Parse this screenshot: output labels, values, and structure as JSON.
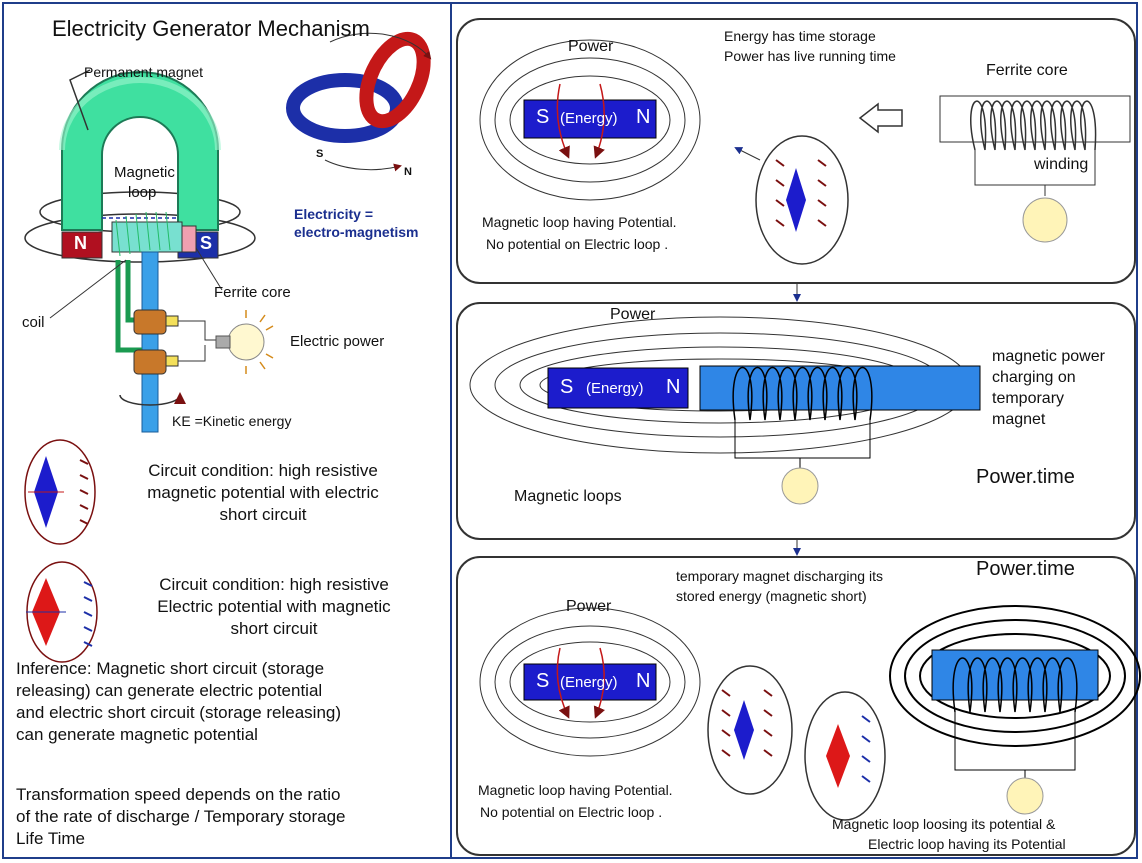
{
  "title": "Electricity  Generator Mechanism",
  "left": {
    "permanent_magnet": "Permanent magnet",
    "magnetic_loop": "Magnetic\nloop",
    "magnetic_loop_l1": "Magnetic",
    "magnetic_loop_l2": "loop",
    "n": "N",
    "s": "S",
    "ferrite_core": "Ferrite core",
    "coil": "coil",
    "electric_power": "Electric power",
    "ke": "KE =Kinetic energy",
    "electricity_eq_l1": "Electricity =",
    "electricity_eq_l2": "electro-magnetism",
    "ring_s": "S",
    "ring_n": "N",
    "cond1_l1": "Circuit condition: high resistive",
    "cond1_l2": "magnetic potential with electric",
    "cond1_l3": "short circuit",
    "cond2_l1": "Circuit condition: high resistive",
    "cond2_l2": "Electric potential with magnetic",
    "cond2_l3": "short circuit",
    "inference_l1": "Inference: Magnetic short circuit (storage",
    "inference_l2": "releasing)  can generate electric potential",
    "inference_l3": "and electric short circuit (storage releasing)",
    "inference_l4": "can generate magnetic potential",
    "transform_l1": "Transformation speed depends on  the ratio",
    "transform_l2": "of the rate of discharge / Temporary storage",
    "transform_l3": "Life Time"
  },
  "panel1": {
    "power": "Power",
    "magnet": "S  (Energy)  N",
    "mag_s": "S",
    "mag_energy": "(Energy)",
    "mag_n": "N",
    "energy_note_l1": "Energy has time storage",
    "energy_note_l2": "Power has  live running time",
    "ferrite_core": "Ferrite core",
    "winding": "winding",
    "caption_l1": "Magnetic loop having Potential.",
    "caption_l2": "No potential on Electric loop ."
  },
  "panel2": {
    "power": "Power",
    "mag_s": "S",
    "mag_energy": "(Energy)",
    "mag_n": "N",
    "side_l1": "magnetic power",
    "side_l2": "charging on",
    "side_l3": "temporary",
    "side_l4": "magnet",
    "power_time": "Power.time",
    "magnetic_loops": "Magnetic loops"
  },
  "panel3": {
    "power_time": "Power.time",
    "discharge_l1": "temporary magnet discharging its",
    "discharge_l2": "stored energy (magnetic short)",
    "power": "Power",
    "mag_s": "S",
    "mag_energy": "(Energy)",
    "mag_n": "N",
    "caption_l1": "Magnetic loop having Potential.",
    "caption_l2": "No potential on Electric loop  .",
    "right_l1": "Magnetic loop loosing its potential &",
    "right_l2": "Electric loop having  its Potential"
  },
  "colors": {
    "border": "#1f3d8a",
    "magnet_blue": "#1c1ccc",
    "bar_blue": "#2f86e6",
    "horseshoe_green": "#3fe0a0",
    "n_red": "#b01020",
    "s_blue": "#1c2fa8",
    "ring_red": "#c41818"
  }
}
